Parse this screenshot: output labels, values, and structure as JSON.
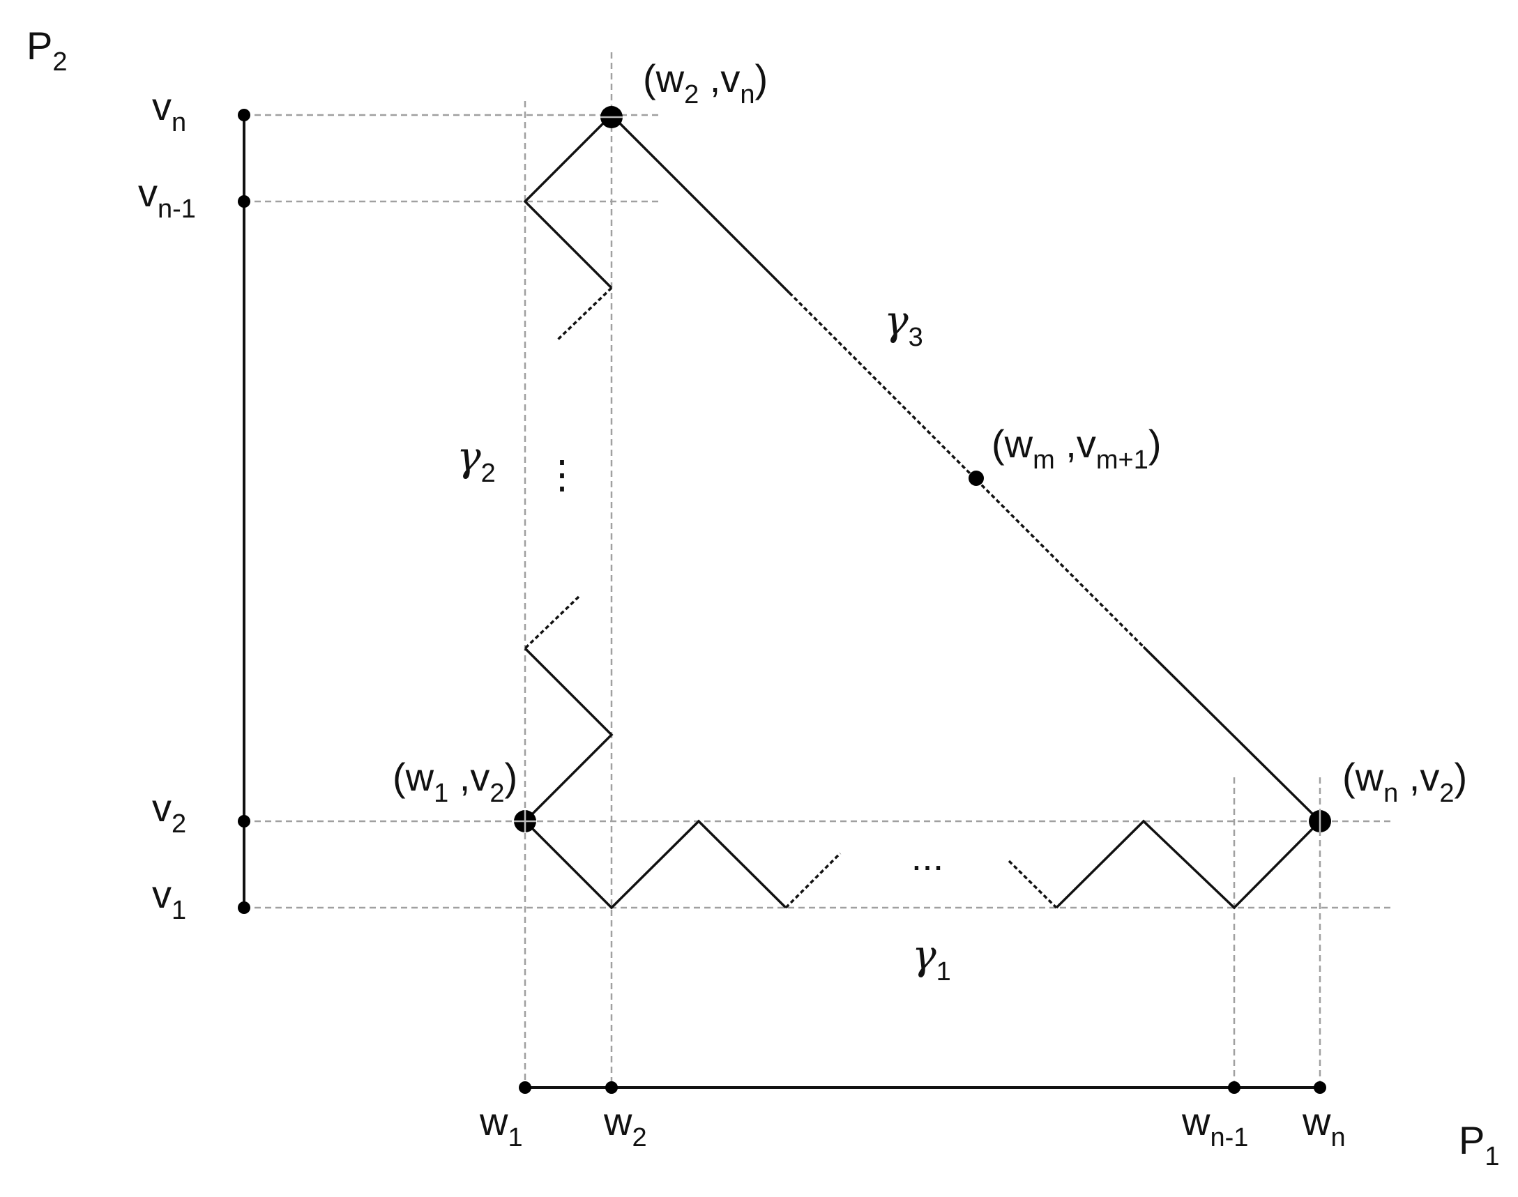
{
  "axes": {
    "p2": {
      "main": "P",
      "sub": "2"
    },
    "p1": {
      "main": "P",
      "sub": "1"
    }
  },
  "v_labels": {
    "vn": {
      "main": "v",
      "sub": "n"
    },
    "vn1": {
      "main": "v",
      "sub": "n-1"
    },
    "v2": {
      "main": "v",
      "sub": "2"
    },
    "v1": {
      "main": "v",
      "sub": "1"
    }
  },
  "w_labels": {
    "w1": {
      "main": "w",
      "sub": "1"
    },
    "w2": {
      "main": "w",
      "sub": "2"
    },
    "wn1": {
      "main": "w",
      "sub": "n-1"
    },
    "wn": {
      "main": "w",
      "sub": "n"
    }
  },
  "points": {
    "w2vn": {
      "open": "(w",
      "s1": "2",
      "mid": " ,v",
      "s2": "n",
      "close": ")"
    },
    "wmvm1": {
      "open": "(w",
      "s1": "m",
      "mid": " ,v",
      "s2": "m+1",
      "close": ")"
    },
    "w1v2": {
      "open": "(w",
      "s1": "1",
      "mid": " ,v",
      "s2": "2",
      "close": ")"
    },
    "wnv2": {
      "open": "(w",
      "s1": "n",
      "mid": " ,v",
      "s2": "2",
      "close": ")"
    }
  },
  "paths": {
    "gamma1": {
      "main": "γ",
      "sub": "1"
    },
    "gamma2": {
      "main": "γ",
      "sub": "2"
    },
    "gamma3": {
      "main": "γ",
      "sub": "3"
    }
  },
  "ellipsis": {
    "vertical": "⋮",
    "horizontal": "..."
  }
}
